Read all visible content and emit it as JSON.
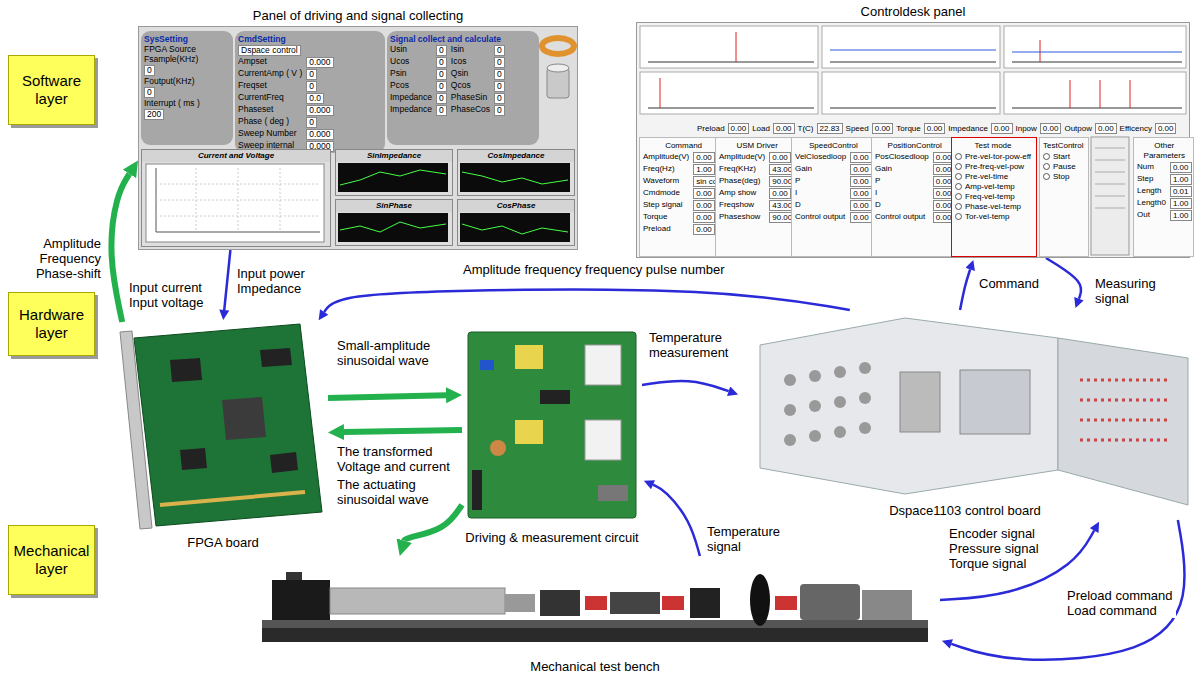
{
  "diagram": {
    "nodes": [
      {
        "text": [
          "Panel of driving and signal collecting"
        ]
      },
      {
        "text": [
          "SysSetting",
          "FPGA Source",
          "Fsample(KHz)",
          "0",
          "Foutput(KHz)",
          "0",
          "Interrupt ( ms )",
          "200"
        ],
        "in": 0
      },
      {
        "text": [
          "CmdSetting",
          "Dspace control",
          "Ampset",
          "0.000",
          "CurrentAmp ( V )",
          "0",
          "Freqset",
          "0",
          "CurrentFreq",
          "0.0",
          "Phaseset",
          "0.000",
          "Phase ( deg )",
          "0",
          "Sweep Number",
          "0.000",
          "Sweep internal",
          "0.000"
        ],
        "in": 0
      },
      {
        "text": [
          "Signal collect and calculate",
          "Usin",
          "0",
          "Isin",
          "0",
          "Ucos",
          "0",
          "Icos",
          "0",
          "Psin",
          "0",
          "Qsin",
          "0",
          "Pcos",
          "0",
          "Qcos",
          "0",
          "Impedance",
          "0",
          "PhaseSin",
          "0",
          "Impedance",
          "0",
          "PhaseCos",
          "0"
        ],
        "in": 0
      },
      {
        "text": [
          "Current and Voltage"
        ],
        "in": 0
      },
      {
        "text": [
          "SinImpedance"
        ],
        "in": 0
      },
      {
        "text": [
          "CosImpedance"
        ],
        "in": 0
      },
      {
        "text": [
          "SinPhase"
        ],
        "in": 0
      },
      {
        "text": [
          "CosPhase"
        ],
        "in": 0
      },
      {
        "text": [
          "Controldesk panel"
        ]
      },
      {
        "text": [
          "Preload",
          "0.00",
          "Load",
          "0.00",
          "T(C)",
          "22.83",
          "Speed",
          "0.00",
          "Torque",
          "0.00",
          "Impedance",
          "0.00",
          "Inpow",
          "0.00",
          "Outpow",
          "0.00",
          "Efficency",
          "0.00"
        ],
        "in": 9
      },
      {
        "text": [
          "Command",
          "Amplitude(V)",
          "0.00",
          "Freq(Hz)",
          "1.00",
          "Waveform",
          "sin cos",
          "Cmdmode",
          "0.00",
          "Step signal",
          "0.00",
          "Torque",
          "0.00",
          "Preload",
          "0.00"
        ],
        "in": 9
      },
      {
        "text": [
          "USM Driver",
          "Amplitude(V)",
          "0.00",
          "Freq(KHz)",
          "43.00",
          "Phase(deg)",
          "90.00",
          "Amp show",
          "0.00",
          "Freqshow",
          "43.00",
          "Phaseshow",
          "90.00"
        ],
        "in": 9
      },
      {
        "text": [
          "SpeedControl",
          "VelClosedloop",
          "0.00",
          "Gain",
          "0.00",
          "P",
          "0.00",
          "I",
          "0.00",
          "D",
          "0.00",
          "Control output",
          "0.00"
        ],
        "in": 9
      },
      {
        "text": [
          "PositionControl",
          "PosClosedloop",
          "0.00",
          "Gain",
          "0.00",
          "P",
          "0.00",
          "I",
          "0.00",
          "D",
          "0.00",
          "Control output",
          "0.00"
        ],
        "in": 9
      },
      {
        "text": [
          "Test mode",
          "Pre-vel-tor-pow-eff",
          "Pre-freq-vel-pow",
          "Pre-vel-time",
          "Amp-vel-temp",
          "Freq-vel-temp",
          "Phase-vel-temp",
          "Tor-vel-temp"
        ],
        "in": 9
      },
      {
        "text": [
          "TestControl",
          "Start",
          "Pause",
          "Stop"
        ],
        "in": 9
      },
      {
        "text": [
          "Other Parameters",
          "Num",
          "0.00",
          "Step",
          "1.00",
          "Length",
          "0.01",
          "Length0",
          "1.00",
          "Out",
          "1.00"
        ],
        "in": 9
      },
      {
        "text": [
          "Software layer"
        ]
      },
      {
        "text": [
          "Hardware layer"
        ]
      },
      {
        "text": [
          "Mechanical layer"
        ]
      },
      {
        "text": [
          "FPGA board"
        ]
      },
      {
        "text": [
          "Driving & measurement circuit"
        ]
      },
      {
        "text": [
          "Dspace1103 control board"
        ]
      },
      {
        "text": [
          "Mechanical test bench"
        ]
      }
    ],
    "edges": [
      {
        "from": 21,
        "to": 0,
        "arrow": "to",
        "label": "Amplitude Frequency Phase-shift"
      },
      {
        "from": 0,
        "to": 21,
        "arrow": "to",
        "label": "Input power Impedance"
      },
      {
        "from": 23,
        "to": 21,
        "arrow": "to",
        "label": "Amplitude frequency frequency pulse number"
      },
      {
        "from": 21,
        "to": 22,
        "arrow": "to",
        "label": "Small-amplitude sinusoidal wave"
      },
      {
        "from": 22,
        "to": 21,
        "arrow": "to",
        "label": "The transformed Voltage and current"
      },
      {
        "from": 22,
        "to": 24,
        "arrow": "to",
        "label": "The actuating sinusoidal wave"
      },
      {
        "from": 22,
        "to": 23,
        "arrow": "to",
        "label": "Temperature measurement"
      },
      {
        "from": 24,
        "to": 22,
        "arrow": "to",
        "label": "Temperature signal"
      },
      {
        "from": 23,
        "to": 9,
        "arrow": "to",
        "label": "Command"
      },
      {
        "from": 9,
        "to": 23,
        "arrow": "to",
        "label": "Measuring signal"
      },
      {
        "from": 24,
        "to": 23,
        "arrow": "to",
        "label": "Encoder signal Pressure signal Torque signal"
      },
      {
        "from": 23,
        "to": 24,
        "arrow": "to",
        "label": "Preload command Load command"
      }
    ],
    "labels": [
      "Input current Input voltage"
    ]
  }
}
